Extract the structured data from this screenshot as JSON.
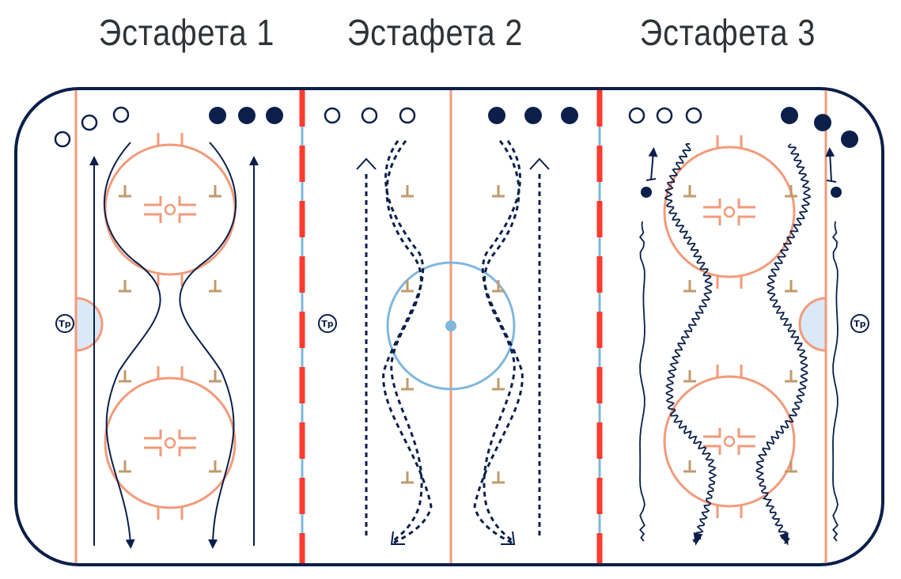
{
  "titles": [
    "Эстафета 1",
    "Эстафета 2",
    "Эстафета 3"
  ],
  "coach_label": "Тр",
  "colors": {
    "navy": "#0b1f4a",
    "salmon": "#f29a7b",
    "blue_line": "#7fb7dc",
    "red_line": "#ff3b2f",
    "crease": "#dbe9f6",
    "pylon": "#c19a6b"
  }
}
